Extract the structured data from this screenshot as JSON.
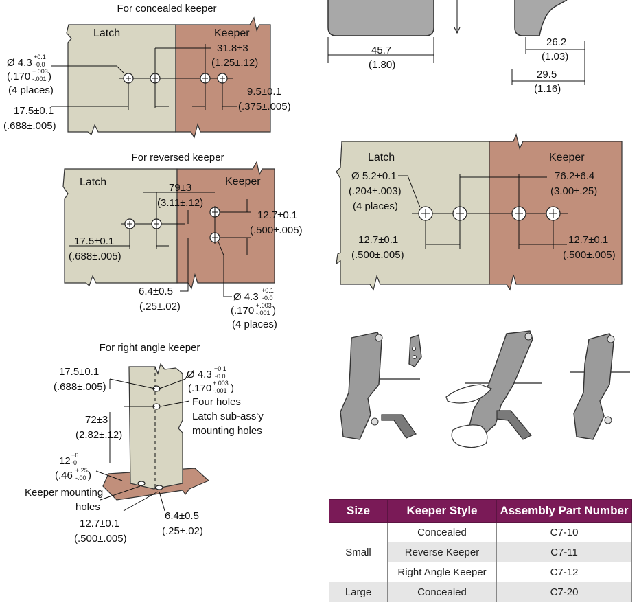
{
  "concealed": {
    "title": "For concealed keeper",
    "latch": "Latch",
    "keeper": "Keeper",
    "hole_dia": "Ø 4.3",
    "tol_top": "+0.1",
    "tol_bot": "-0.0",
    "hole_in": "(.170",
    "tol_in_top": "+.003",
    "tol_in_bot": "-.001",
    "close": ")",
    "places": "(4 places)",
    "d1": "31.8±3",
    "d1_in": "(1.25±.12)",
    "d2": "9.5±0.1",
    "d2_in": "(.375±.005)",
    "d3": "17.5±0.1",
    "d3_in": "(.688±.005)"
  },
  "reversed": {
    "title": "For reversed keeper",
    "latch": "Latch",
    "keeper": "Keeper",
    "d1": "79±3",
    "d1_in": "(3.11±.12)",
    "d2": "12.7±0.1",
    "d2_in": "(.500±.005)",
    "d3": "17.5±0.1",
    "d3_in": "(.688±.005)",
    "d4": "6.4±0.5",
    "d4_in": "(.25±.02)",
    "hole_dia": "Ø 4.3",
    "tol_top": "+0.1",
    "tol_bot": "-0.0",
    "hole_in": "(.170",
    "tol_in_top": "+.003",
    "tol_in_bot": "-.001",
    "close": ")",
    "places": "(4 places)"
  },
  "right_angle": {
    "title": "For right angle keeper",
    "d1": "17.5±0.1",
    "d1_in": "(.688±.005)",
    "hole_dia": "Ø 4.3",
    "tol_top": "+0.1",
    "tol_bot": "-0.0",
    "hole_in": "(.170",
    "tol_in_top": "+.003",
    "tol_in_bot": "-.001",
    "close": ")",
    "note1": "Four holes",
    "note2": "Latch sub-ass'y",
    "note3": "mounting holes",
    "d2": "72±3",
    "d2_in": "(2.82±.12)",
    "d3": "12",
    "d3_tol_top": "+6",
    "d3_tol_bot": "-0",
    "d3_in": "(.46",
    "d3_in_tol_top": "+.25",
    "d3_in_tol_bot": "-.00",
    "keeper_label1": "Keeper mounting",
    "keeper_label2": "holes",
    "d4": "12.7±0.1",
    "d4_in": "(.500±.005)",
    "d5": "6.4±0.5",
    "d5_in": "(.25±.02)"
  },
  "top_right": {
    "d1": "45.7",
    "d1_in": "(1.80)",
    "d2": "26.2",
    "d2_in": "(1.03)",
    "d3": "29.5",
    "d3_in": "(1.16)"
  },
  "large": {
    "latch": "Latch",
    "keeper": "Keeper",
    "hole_dia": "Ø 5.2±0.1",
    "hole_in": "(.204±.003)",
    "places": "(4 places)",
    "d1": "76.2±6.4",
    "d1_in": "(3.00±.25)",
    "d2": "12.7±0.1",
    "d2_in": "(.500±.005)",
    "d3": "12.7±0.1",
    "d3_in": "(.500±.005)"
  },
  "table": {
    "headers": [
      "Size",
      "Keeper Style",
      "Assembly Part Number"
    ],
    "rows": [
      {
        "size": "Small",
        "style": "Concealed",
        "part": "C7-10"
      },
      {
        "size": "",
        "style": "Reverse Keeper",
        "part": "C7-11"
      },
      {
        "size": "",
        "style": "Right Angle Keeper",
        "part": "C7-12"
      },
      {
        "size": "Large",
        "style": "Concealed",
        "part": "C7-20"
      }
    ],
    "header_color": "#7a1a57",
    "alt_row_color": "#e6e6e6"
  },
  "colors": {
    "latch_fill": "#d8d6c2",
    "keeper_fill": "#c18f7b",
    "mechanism": "#9b9b9b"
  }
}
